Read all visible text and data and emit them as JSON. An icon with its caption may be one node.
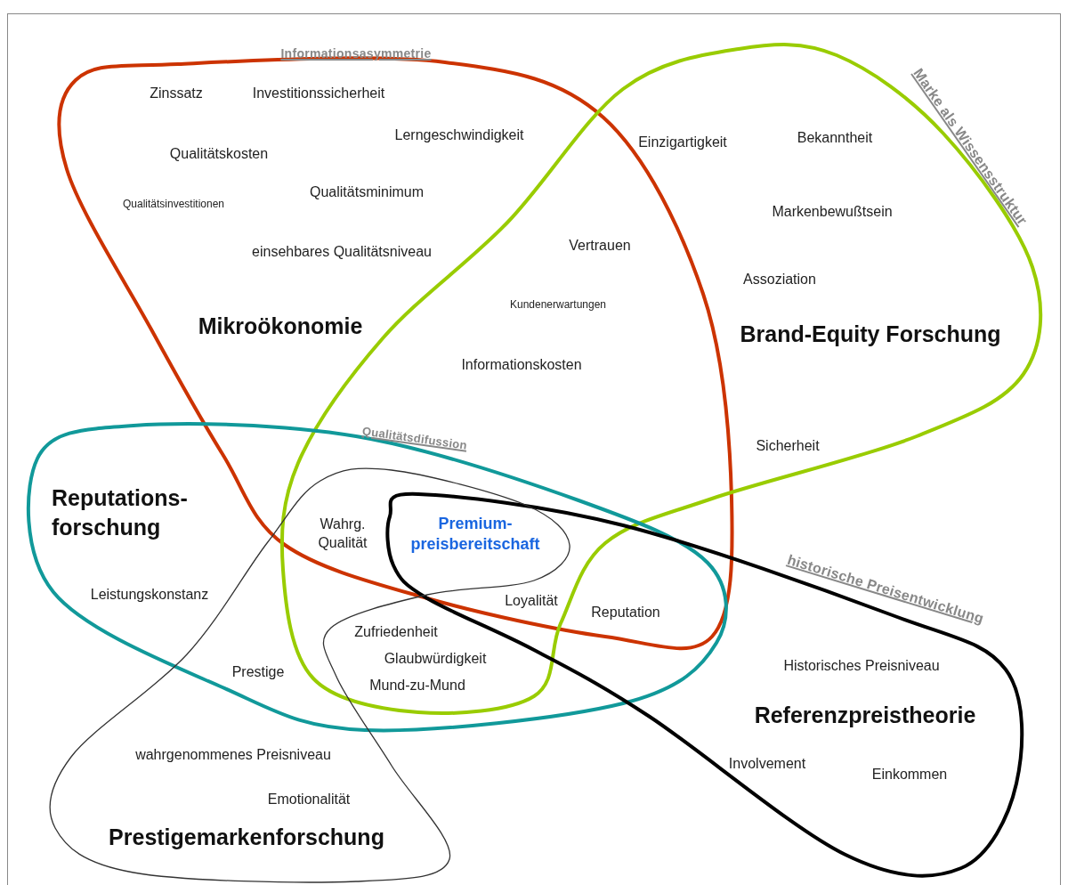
{
  "diagram": {
    "nodes": [
      {
        "text": [
          "Mikroökonomie"
        ],
        "beside": [
          "Informationsasymmetrie"
        ]
      },
      {
        "text": [
          "Brand-Equity Forschung",
          "Marke als Wissensstruktur"
        ]
      },
      {
        "text": [
          "Reputations-forschung"
        ]
      },
      {
        "text": [
          "Referenzpreistheorie"
        ],
        "beside": [
          "historische Preisentwicklung"
        ]
      },
      {
        "text": [
          "Prestigemarkenforschung"
        ]
      }
    ],
    "edges": [],
    "labels": [
      "Zinssatz",
      "Investitionssicherheit",
      "Lerngeschwindigkeit",
      "Einzigartigkeit",
      "Bekanntheit",
      "Qualitätskosten",
      "Qualitätsinvestitionen",
      "Qualitätsminimum",
      "Markenbewußtsein",
      "Vertrauen",
      "einsehbares Qualitätsniveau",
      "Assoziation",
      "Kundenerwartungen",
      "Informationskosten",
      "Sicherheit",
      "Qualitätsdifussion",
      "Wahrg. Qualität",
      "Premium-preisbereitschaft",
      "Leistungskonstanz",
      "Loyalität",
      "Reputation",
      "Zufriedenheit",
      "Glaubwürdigkeit",
      "Prestige",
      "Mund-zu-Mund",
      "Historisches Preisniveau",
      "wahrgenommenes Preisniveau",
      "Involvement",
      "Einkommen",
      "Emotionalität"
    ]
  }
}
